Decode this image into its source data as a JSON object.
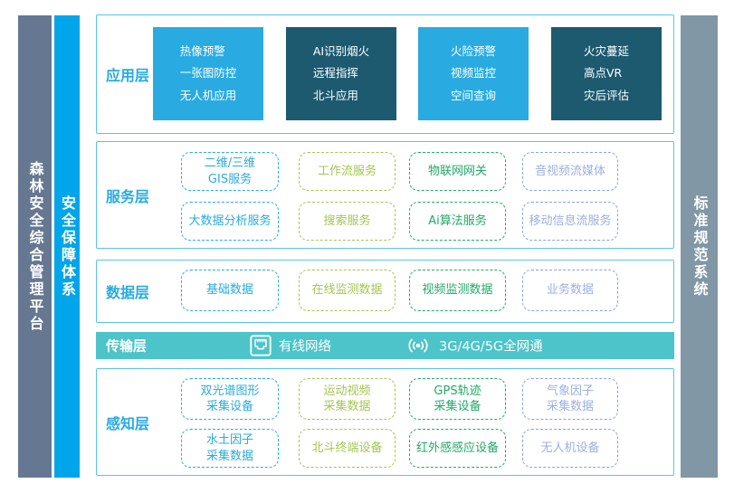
{
  "palette": {
    "left_bar": "#667891",
    "assurance_bar": "#00a5ea",
    "standards_bar": "#8197a6",
    "panel_border": "#59c3f1",
    "layer_label": "#29abe2",
    "app_box_bright": "#29abe2",
    "app_box_dark": "#1d5a70",
    "transport_bar": "#4cc4ca",
    "dash_blue": "#29abe2",
    "dash_lime": "#a4c652",
    "dash_green": "#21aa67",
    "dash_periwinkle": "#8aa3dc"
  },
  "side_bars": {
    "platform": "森林安全综合管理平台",
    "assurance": "安全保障体系",
    "standards": "标准规范系统"
  },
  "layers": {
    "application": {
      "label": "应用层",
      "boxes": [
        {
          "lines": [
            "热像预警",
            "一张图防控",
            "无人机应用"
          ]
        },
        {
          "lines": [
            "AI识别烟火",
            "远程指挥",
            "北斗应用"
          ]
        },
        {
          "lines": [
            "火险预警",
            "视频监控",
            "空间查询"
          ]
        },
        {
          "lines": [
            "火灾蔓延",
            "高点VR",
            "灾后评估"
          ]
        }
      ]
    },
    "service": {
      "label": "服务层",
      "row1": [
        {
          "lines": [
            "二维/三维",
            "GIS服务"
          ]
        },
        {
          "lines": [
            "工作流服务"
          ]
        },
        {
          "lines": [
            "物联网网关"
          ]
        },
        {
          "lines": [
            "音视频流媒体"
          ]
        }
      ],
      "row2": [
        {
          "lines": [
            "大数据分析服务"
          ]
        },
        {
          "lines": [
            "搜索服务"
          ]
        },
        {
          "lines": [
            "Ai算法服务"
          ]
        },
        {
          "lines": [
            "移动信息流服务"
          ]
        }
      ]
    },
    "data": {
      "label": "数据层",
      "row1": [
        {
          "lines": [
            "基础数据"
          ]
        },
        {
          "lines": [
            "在线监测数据"
          ]
        },
        {
          "lines": [
            "视频监测数据"
          ]
        },
        {
          "lines": [
            "业务数据"
          ]
        }
      ]
    },
    "transport": {
      "label": "传输层",
      "wired": "有线网络",
      "wireless": "3G/4G/5G全网通"
    },
    "perception": {
      "label": "感知层",
      "row1": [
        {
          "lines": [
            "双光谱图形",
            "采集设备"
          ]
        },
        {
          "lines": [
            "运动视频",
            "采集数据"
          ]
        },
        {
          "lines": [
            "GPS轨迹",
            "采集设备"
          ]
        },
        {
          "lines": [
            "气象因子",
            "采集数据"
          ]
        }
      ],
      "row2": [
        {
          "lines": [
            "水土因子",
            "采集数据"
          ]
        },
        {
          "lines": [
            "北斗终端设备"
          ]
        },
        {
          "lines": [
            "红外感感应设备"
          ]
        },
        {
          "lines": [
            "无人机设备"
          ]
        }
      ]
    }
  }
}
